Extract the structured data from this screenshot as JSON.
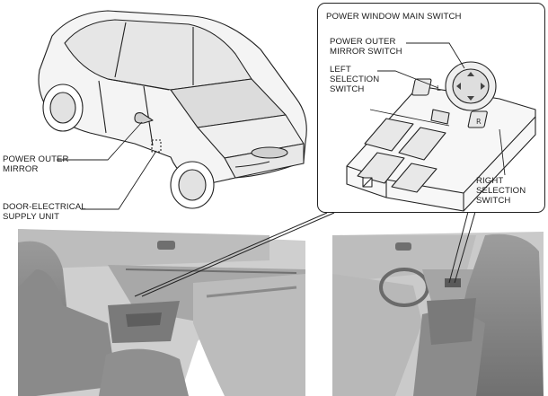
{
  "inset": {
    "title": "POWER WINDOW MAIN SWITCH"
  },
  "labels": {
    "mirror_switch": [
      "POWER OUTER",
      "MIRROR SWITCH"
    ],
    "left_selection": [
      "LEFT",
      "SELECTION",
      "SWITCH"
    ],
    "right_selection": [
      "RIGHT",
      "SELECTION",
      "SWITCH"
    ],
    "outer_mirror": [
      "POWER OUTER",
      "MIRROR"
    ],
    "door_supply": [
      "DOOR-ELECTRICAL",
      "SUPPLY UNIT"
    ]
  },
  "icons": [
    "switch-panel-illustration",
    "vehicle-illustration",
    "interior-left-illustration",
    "interior-right-illustration"
  ]
}
